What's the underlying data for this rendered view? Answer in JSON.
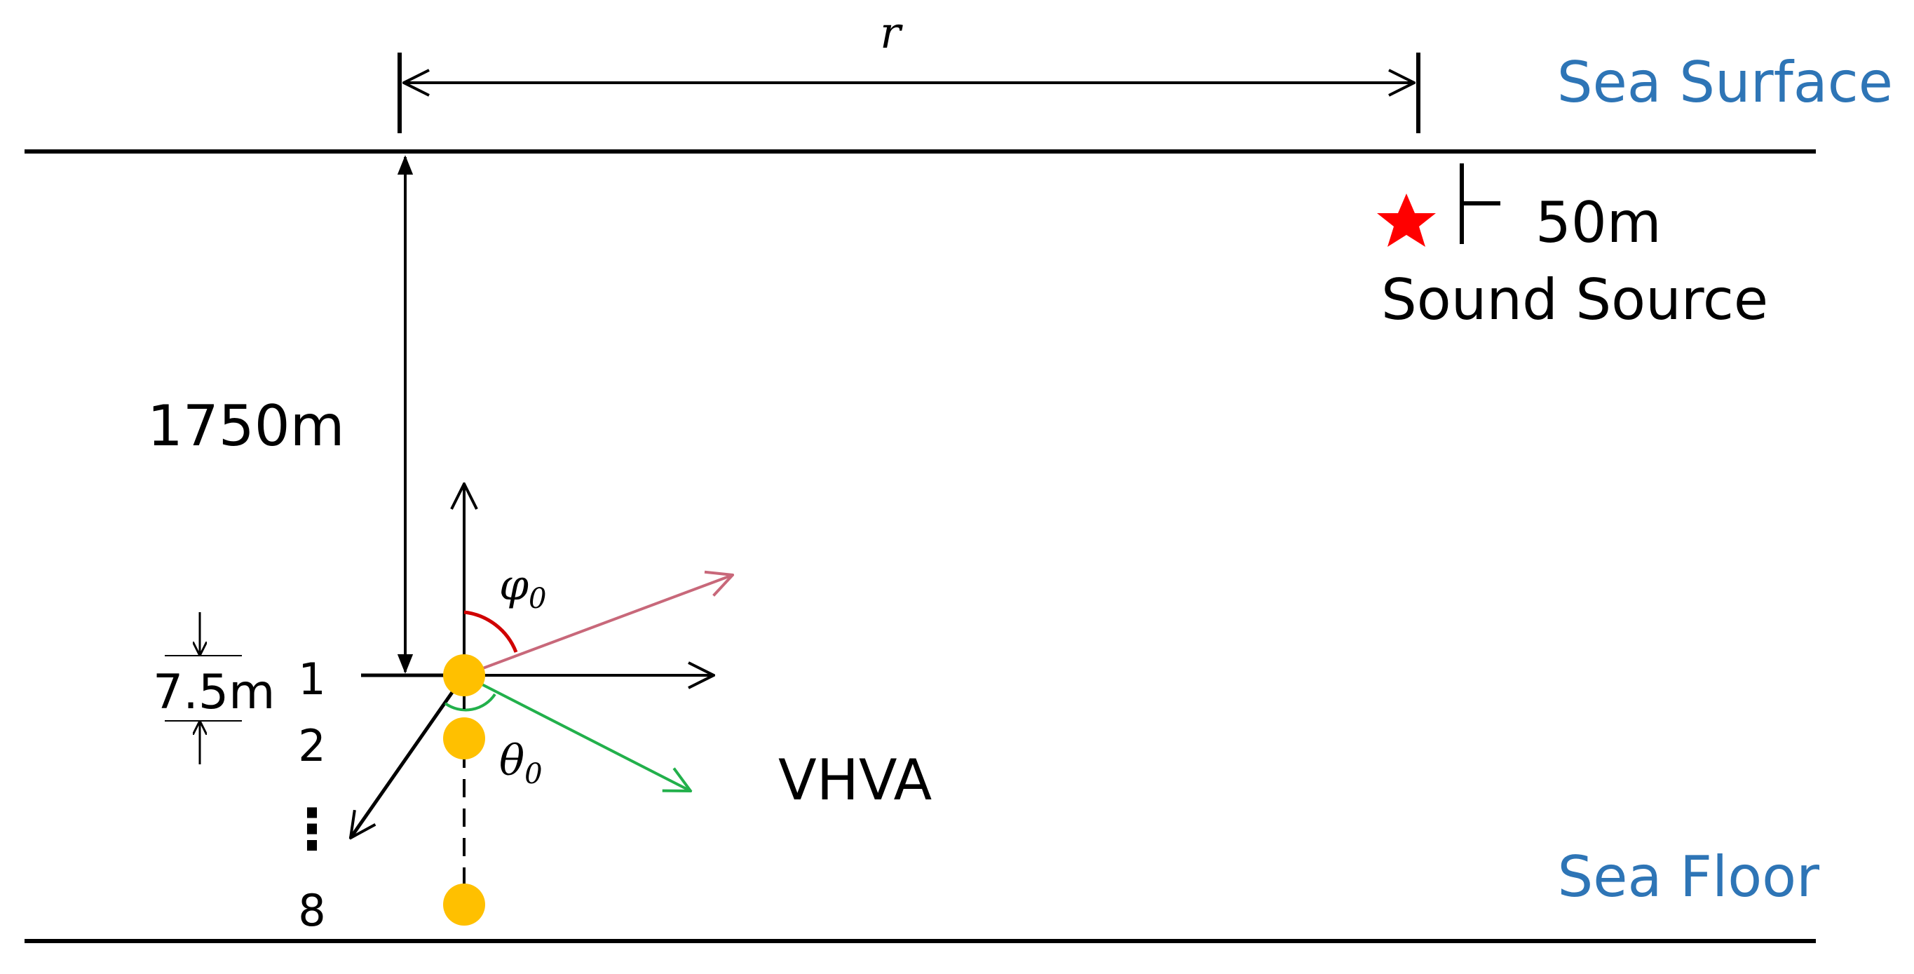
{
  "labels": {
    "range": "r",
    "sea_surface": "Sea Surface",
    "sea_floor": "Sea Floor",
    "source_depth": "50m",
    "sound_source": "Sound Source",
    "array_depth": "1750m",
    "spacing": "7.5m",
    "array_name": "VHVA",
    "phi_base": "φ",
    "phi_sub": "0",
    "theta_base": "θ",
    "theta_sub": "0",
    "element_first": "1",
    "element_second": "2",
    "element_ellipsis": "⋮",
    "element_last": "8"
  },
  "colors": {
    "line": "#000000",
    "sea_label": "#2E75B6",
    "source_star": "#FF0000",
    "hydrophone": "#FFC000",
    "phi_arrow": "#C8687A",
    "phi_arc": "#D00000",
    "theta_arrow": "#22B04B",
    "theta_arc": "#22B04B"
  },
  "icons": {
    "source": "star-icon",
    "hydrophone": "circle-dot-icon"
  }
}
